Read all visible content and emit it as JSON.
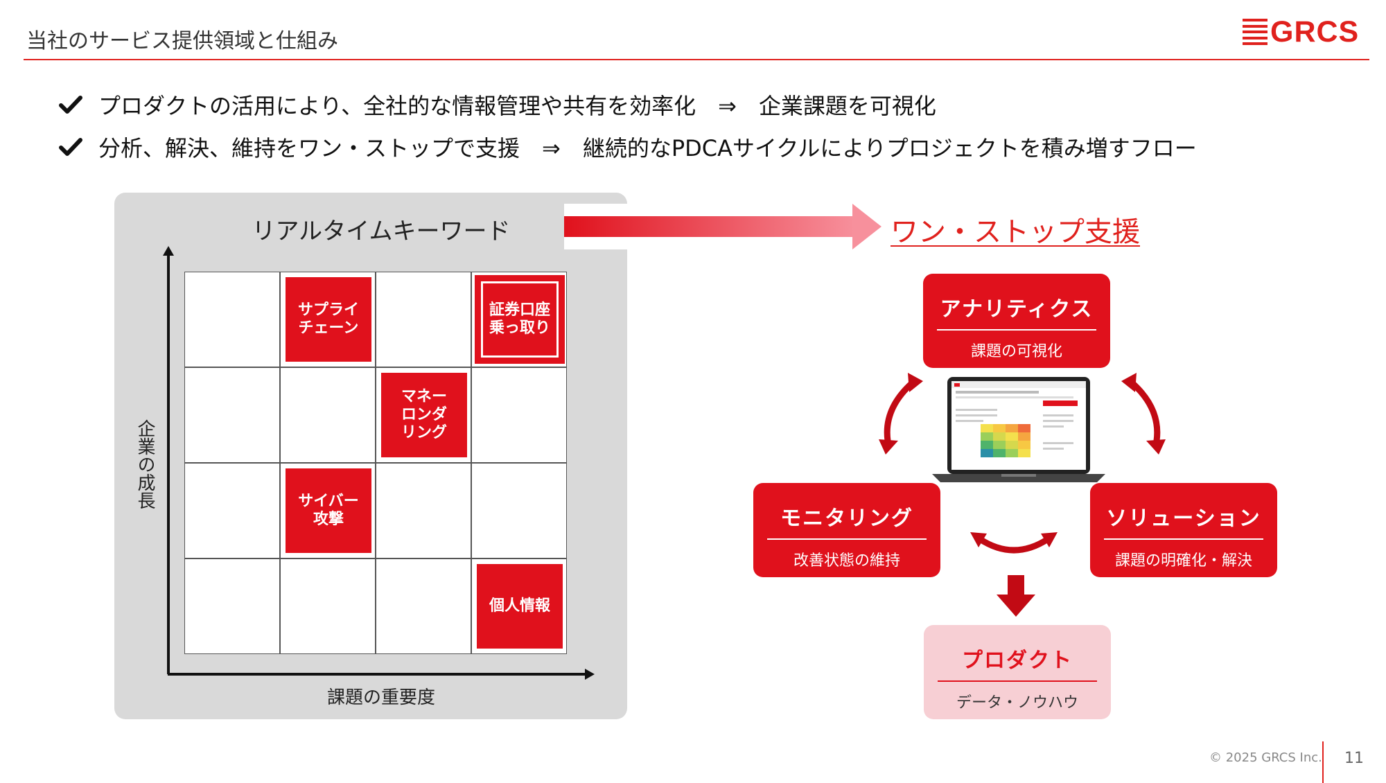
{
  "header": {
    "title": "当社のサービス提供領域と仕組み",
    "logo_text": "GRCS",
    "accent_color": "#e0211d"
  },
  "bullets": [
    {
      "icon": "check-icon",
      "text": "プロダクトの活用により、全社的な情報管理や共有を効率化　⇒　企業課題を可視化"
    },
    {
      "icon": "check-icon",
      "text": "分析、解決、維持をワン・ストップで支援　⇒　継続的なPDCAサイクルによりプロジェクトを積み増すフロー"
    }
  ],
  "matrix": {
    "title": "リアルタイムキーワード",
    "y_axis_label": "企業の成長",
    "x_axis_label": "課題の重要度",
    "tiles": {
      "supply_chain": "サプライ\nチェーン",
      "securities": "証券口座\n乗っ取り",
      "money_laundering": "マネー\nロンダ\nリング",
      "cyber_attack": "サイバー\n攻撃",
      "personal_info": "個人情報"
    }
  },
  "flow": {
    "heading": "ワン・ストップ支援",
    "analytics": {
      "title": "アナリティクス",
      "subtitle": "課題の可視化"
    },
    "monitoring": {
      "title": "モニタリング",
      "subtitle": "改善状態の維持"
    },
    "solution": {
      "title": "ソリューション",
      "subtitle": "課題の明確化・解決"
    },
    "product": {
      "title": "プロダクト",
      "subtitle": "データ・ノウハウ"
    }
  },
  "footer": {
    "copyright": "© 2025 GRCS Inc.",
    "page_number": "11"
  }
}
